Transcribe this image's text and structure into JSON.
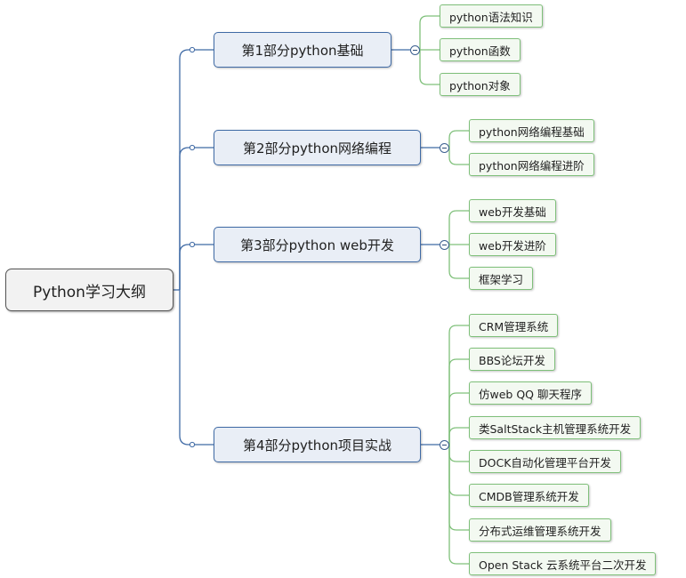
{
  "root": {
    "label": "Python学习大纲"
  },
  "sections": [
    {
      "label": "第1部分python基础",
      "children": [
        "python语法知识",
        "python函数",
        "python对象"
      ]
    },
    {
      "label": "第2部分python网络编程",
      "children": [
        "python网络编程基础",
        "python网络编程进阶"
      ]
    },
    {
      "label": "第3部分python web开发",
      "children": [
        "web开发基础",
        "web开发进阶",
        "框架学习"
      ]
    },
    {
      "label": "第4部分python项目实战",
      "children": [
        "CRM管理系统",
        "BBS论坛开发",
        "仿web QQ 聊天程序",
        "类SaltStack主机管理系统开发",
        "DOCK自动化管理平台开发",
        "CMDB管理系统开发",
        "分布式运维管理系统开发",
        "Open Stack 云系统平台二次开发"
      ]
    }
  ],
  "colors": {
    "section_line": "#3f6aa5",
    "leaf_line": "#7fc07a"
  }
}
